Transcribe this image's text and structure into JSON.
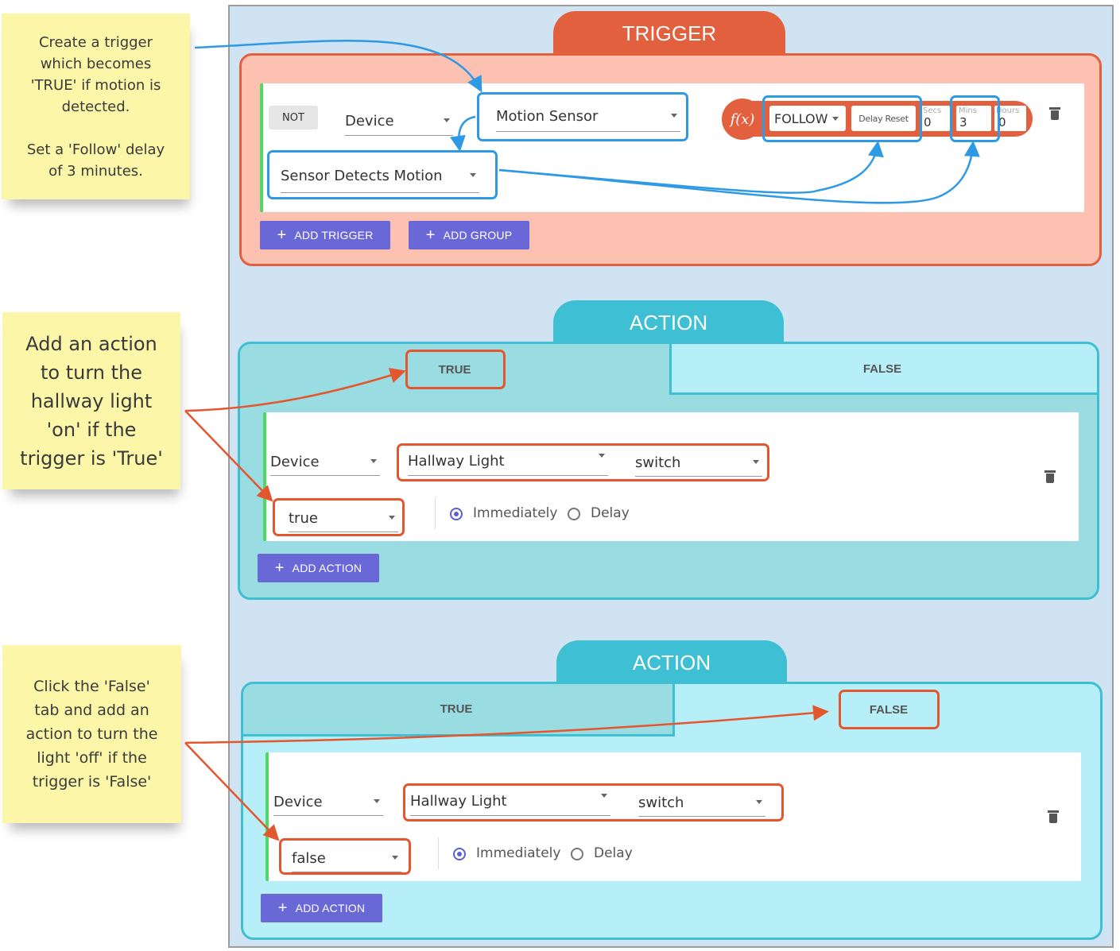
{
  "notes": {
    "trigger_note": "Create a trigger\nwhich becomes\n'TRUE' if motion is\ndetected.\n\nSet a 'Follow' delay\nof 3 minutes.",
    "action_true_note": "Add an action\nto turn the\nhallway light\n'on' if the\ntrigger is 'True'",
    "action_false_note": "Click the 'False'\ntab and add an\naction to turn the\nlight 'off' if the\ntrigger  is 'False'"
  },
  "trigger": {
    "header": "TRIGGER",
    "not_label": "NOT",
    "type_select": "Device",
    "device_select": "Motion Sensor",
    "condition_select": "Sensor Detects Motion",
    "fx_label": "f(x)",
    "follow_select": "FOLLOW",
    "delay_reset_label": "Delay Reset",
    "secs_label": "Secs",
    "secs_value": "0",
    "mins_label": "Mins",
    "mins_value": "3",
    "hours_label": "Hours",
    "hours_value": "0",
    "add_trigger_label": "ADD TRIGGER",
    "add_group_label": "ADD GROUP",
    "plus": "+"
  },
  "action_true": {
    "header": "ACTION",
    "tab_true": "TRUE",
    "tab_false": "FALSE",
    "type_select": "Device",
    "device_select": "Hallway Light",
    "capability_select": "switch",
    "value_select": "true",
    "immediately_label": "Immediately",
    "delay_label": "Delay",
    "add_action_label": "ADD ACTION",
    "plus": "+"
  },
  "action_false": {
    "header": "ACTION",
    "tab_true": "TRUE",
    "tab_false": "FALSE",
    "type_select": "Device",
    "device_select": "Hallway Light",
    "capability_select": "switch",
    "value_select": "false",
    "immediately_label": "Immediately",
    "delay_label": "Delay",
    "add_action_label": "ADD ACTION",
    "plus": "+"
  },
  "colors": {
    "trigger_accent": "#e3603f",
    "action_accent": "#3fbfd3",
    "button": "#6a68d6",
    "annotation_red": "#e4572e",
    "annotation_blue": "#2f9ae4"
  }
}
